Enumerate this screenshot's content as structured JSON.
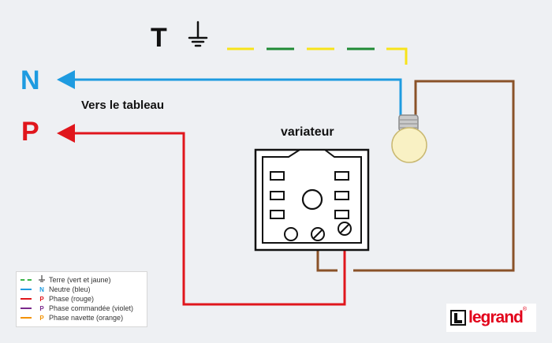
{
  "labels": {
    "earth": "T",
    "neutral": "N",
    "phase": "P",
    "to_panel": "Vers le tableau",
    "dimmer": "variateur"
  },
  "legend": [
    {
      "swatch": "dashed",
      "symbol": "earth-symbol",
      "color": "#3bb54a",
      "color2": "#f7e31a",
      "text": "Terre (vert et jaune)"
    },
    {
      "swatch": "line",
      "symbol": "N",
      "color": "#1e9be0",
      "text": "Neutre (bleu)"
    },
    {
      "swatch": "line",
      "symbol": "P",
      "color": "#e0161c",
      "text": "Phase (rouge)"
    },
    {
      "swatch": "line",
      "symbol": "P",
      "color": "#7a2a8c",
      "text": "Phase commandée (violet)"
    },
    {
      "swatch": "line",
      "symbol": "P",
      "color": "#f39200",
      "text": "Phase navette (orange)"
    }
  ],
  "logo": {
    "text": "legrand",
    "reg": "®"
  },
  "colors": {
    "earth_yellow": "#f7e31a",
    "earth_green": "#1f8a34",
    "neutral": "#1e9be0",
    "phase": "#e0161c",
    "commanded_phase": "#8a5228",
    "brand": "#e2001a"
  }
}
